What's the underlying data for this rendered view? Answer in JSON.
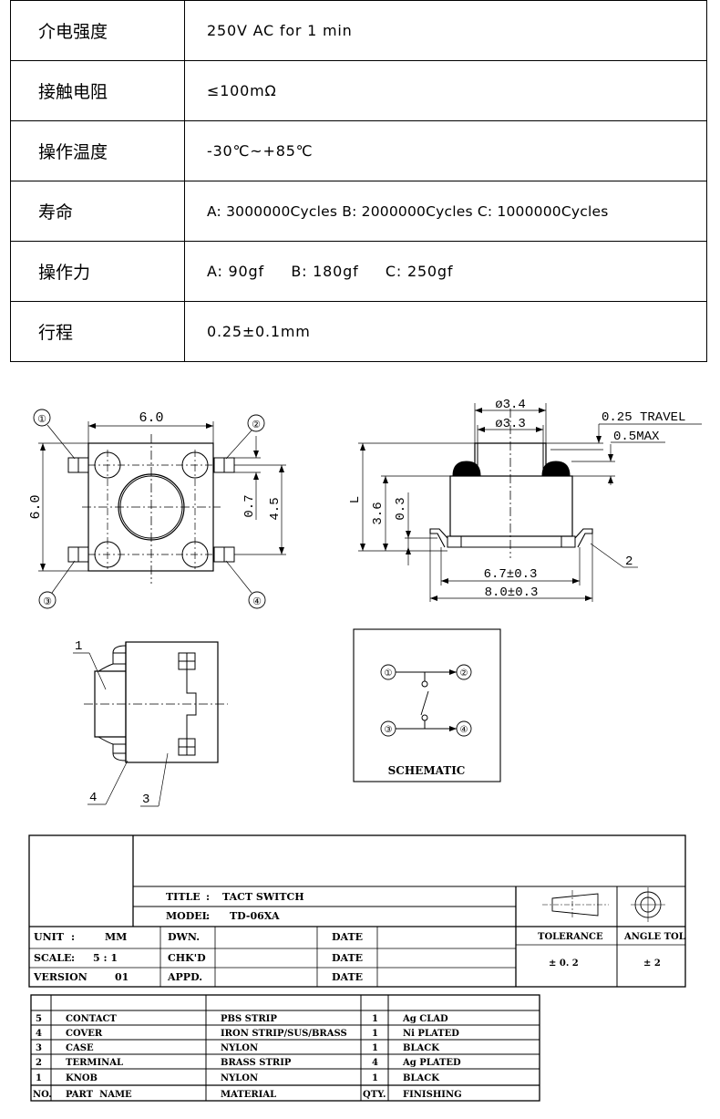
{
  "specs": [
    {
      "label": "介电强度",
      "value": "250V AC for 1 min"
    },
    {
      "label": "接触电阻",
      "value": "≤100mΩ"
    },
    {
      "label": "操作温度",
      "value": "-30℃~+85℃"
    },
    {
      "label": "寿命",
      "value": "A: 3000000Cycles  B: 2000000Cycles  C: 1000000Cycles"
    },
    {
      "label": "操作力",
      "value": "A: 90gf     B: 180gf     C: 250gf"
    },
    {
      "label": "行程",
      "value": "0.25±0.1mm"
    }
  ],
  "top_view": {
    "width_dim": "6.0",
    "height_dim": "6.0",
    "dim_07": "0.7",
    "dim_45": "4.5",
    "pins": [
      "①",
      "②",
      "③",
      "④"
    ]
  },
  "side_view": {
    "d34": "ø3.4",
    "d33": "ø3.3",
    "travel": "0.25 TRAVEL",
    "max": "0.5MAX",
    "L": "L",
    "h36": "3.6",
    "h03": "0.3",
    "w67": "6.7±0.3",
    "w80": "8.0±0.3",
    "callout2": "2"
  },
  "end_view": {
    "c1": "1",
    "c4": "4",
    "c3": "3"
  },
  "schematic": {
    "pins": [
      "①",
      "②",
      "③",
      "④"
    ],
    "label": "SCHEMATIC"
  },
  "title_block": {
    "title_label": "TITLE",
    "title_value": "TACT SWITCH",
    "model_label": "MODEL",
    "model_value": "TD-06XA",
    "colon": ":",
    "unit_label": "UNIT",
    "unit_value": "MM",
    "scale_label": "SCALE",
    "scale_value": "5 : 1",
    "version_label": "VERSION",
    "version_value": "01",
    "dwn": "DWN.",
    "chkd": "CHK'D",
    "appd": "APPD.",
    "date": "DATE",
    "tolerance_label": "TOLERANCE",
    "tolerance_value": "± 0. 2",
    "angle_label": "ANGLE TOL",
    "angle_value": "± 2"
  },
  "bom": {
    "header": [
      "NO.",
      "PART  NAME",
      "MATERIAL",
      "QTY.",
      "FINISHING"
    ],
    "rows": [
      {
        "no": "5",
        "part": "CONTACT",
        "material": "PBS STRIP",
        "qty": "1",
        "finish": "Ag CLAD"
      },
      {
        "no": "4",
        "part": "COVER",
        "material": "IRON STRIP/SUS/BRASS",
        "qty": "1",
        "finish": "Ni PLATED"
      },
      {
        "no": "3",
        "part": "CASE",
        "material": "NYLON",
        "qty": "1",
        "finish": "BLACK"
      },
      {
        "no": "2",
        "part": "TERMINAL",
        "material": "BRASS STRIP",
        "qty": "4",
        "finish": "Ag PLATED"
      },
      {
        "no": "1",
        "part": "KNOB",
        "material": "NYLON",
        "qty": "1",
        "finish": "BLACK"
      }
    ]
  }
}
